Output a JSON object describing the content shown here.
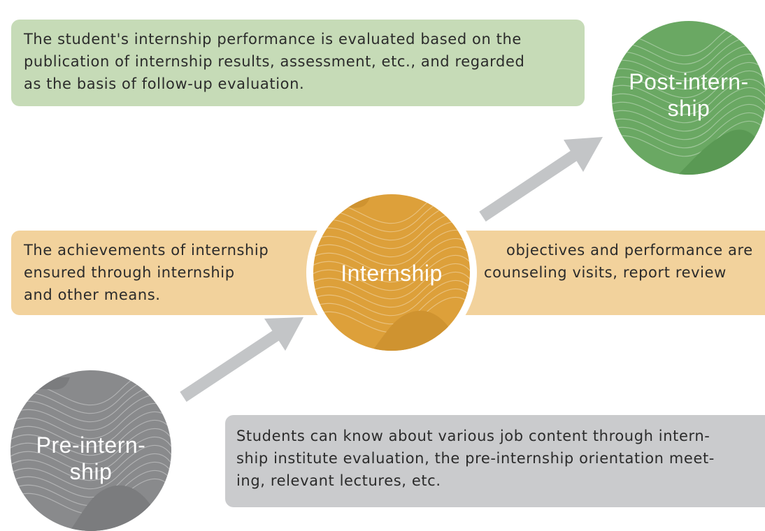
{
  "stages": {
    "post": {
      "label_line1": "Post-intern-",
      "label_line2": "ship",
      "description": [
        "The student's internship performance is evaluated based on the",
        "publication of internship results, assessment, etc., and regarded",
        "as the basis of follow-up evaluation."
      ],
      "color": "#6aa863",
      "box_color": "#c6dbb7"
    },
    "internship": {
      "label": "Internship",
      "description_left": [
        "The achievements of internship",
        "ensured through internship",
        "and other means."
      ],
      "description_right": [
        "objectives and performance are",
        "counseling visits, report review"
      ],
      "color": "#dda03a",
      "box_color": "#f2d29c"
    },
    "pre": {
      "label_line1": "Pre-intern-",
      "label_line2": "ship",
      "description": [
        "Students can know about various job content through intern-",
        "ship institute evaluation, the pre-internship orientation meet-",
        "ing, relevant lectures, etc."
      ],
      "color": "#898a8c",
      "box_color": "#cacbcd"
    }
  },
  "arrow_color": "#c3c5c7",
  "icons": {
    "arrow_pre_to_intern": "arrow-up-right-icon",
    "arrow_intern_to_post": "arrow-up-right-icon"
  }
}
